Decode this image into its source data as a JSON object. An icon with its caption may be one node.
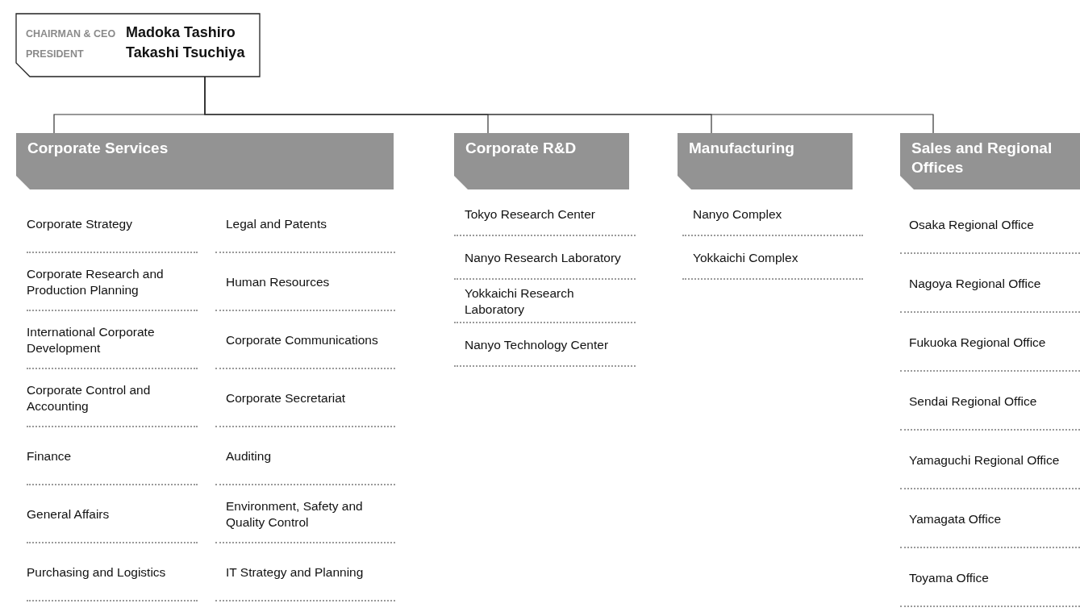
{
  "diagram": {
    "nodes": [
      {
        "text": [
          "CHAIRMAN & CEO",
          "Madoka Tashiro",
          "PRESIDENT",
          "Takashi Tsuchiya"
        ]
      },
      {
        "text": [
          "Corporate Services"
        ]
      },
      {
        "text": [
          "Corporate R&D"
        ]
      },
      {
        "text": [
          "Manufacturing"
        ]
      },
      {
        "text": [
          "Sales and Regional Offices"
        ]
      }
    ],
    "edges": [
      {
        "from": 0,
        "to": 1,
        "arrow": "none"
      },
      {
        "from": 0,
        "to": 2,
        "arrow": "none"
      },
      {
        "from": 0,
        "to": 3,
        "arrow": "none"
      },
      {
        "from": 0,
        "to": 4,
        "arrow": "none"
      }
    ],
    "labels": [
      "Corporate Strategy",
      "Corporate Research and Production Planning",
      "International Corporate Development",
      "Corporate Control and Accounting",
      "Finance",
      "General Affairs",
      "Purchasing and Logistics",
      "Legal and Patents",
      "Human Resources",
      "Corporate Communications",
      "Corporate Secretariat",
      "Auditing",
      "Environment, Safety and Quality Control",
      "IT Strategy and Planning",
      "Tokyo Research Center",
      "Nanyo Research Laboratory",
      "Yokkaichi Research Laboratory",
      "Nanyo Technology Center",
      "Nanyo Complex",
      "Yokkaichi Complex",
      "Osaka Regional Office",
      "Nagoya Regional Office",
      "Fukuoka Regional Office",
      "Sendai Regional Office",
      "Yamaguchi Regional Office",
      "Yamagata Office",
      "Toyama Office"
    ]
  }
}
